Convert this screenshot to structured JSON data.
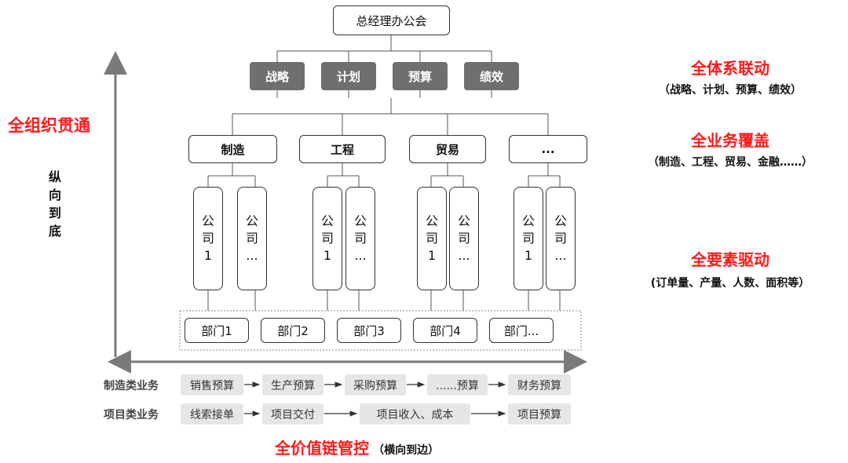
{
  "top": "总经理办公会",
  "functions": [
    "战略",
    "计划",
    "预算",
    "绩效"
  ],
  "businesses": [
    "制造",
    "工程",
    "贸易",
    "..."
  ],
  "companies": [
    "公\n司\n1",
    "公\n司\n...",
    "公\n司\n1",
    "公\n司\n...",
    "公\n司\n1",
    "公\n司\n...",
    "公\n司\n1",
    "公\n司\n..."
  ],
  "departments": [
    "部门1",
    "部门2",
    "部门3",
    "部门4",
    "部门..."
  ],
  "left": {
    "title": "全组织贯通",
    "vertical_text": "纵\n向\n到\n底"
  },
  "right": [
    {
      "title": "全体系联动",
      "sub": "（战略、计划、预算、绩效）"
    },
    {
      "title": "全业务覆盖",
      "sub": "（制造、工程、贸易、金融……）"
    },
    {
      "title": "全要素驱动",
      "sub": "(订单量、产量、人数、面积等）"
    }
  ],
  "flows": {
    "manufacturing": {
      "label": "制造类业务",
      "steps": [
        "销售预算",
        "生产预算",
        "采购预算",
        "......预算",
        "财务预算"
      ]
    },
    "project": {
      "label": "项目类业务",
      "steps": [
        "线索接单",
        "项目交付",
        "项目收入、成本",
        "项目预算"
      ]
    }
  },
  "bottom": {
    "title": "全价值链管控",
    "sub": "（横向到边）"
  }
}
